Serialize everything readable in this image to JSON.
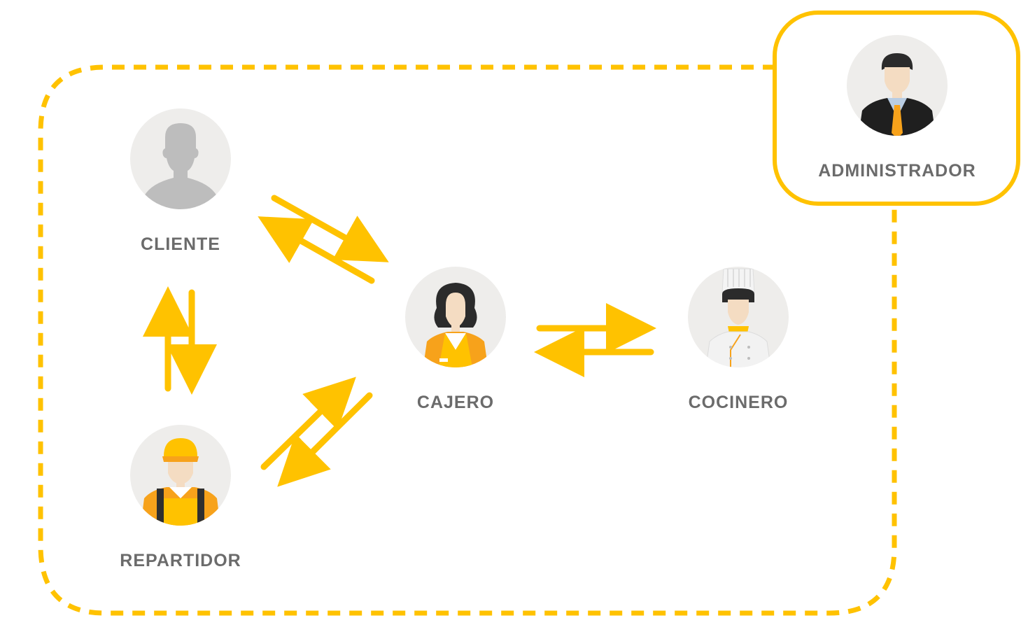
{
  "diagram": {
    "roles": {
      "cliente": {
        "label": "CLIENTE",
        "icon": "user-silhouette-icon"
      },
      "cajero": {
        "label": "CAJERO",
        "icon": "cashier-woman-icon"
      },
      "cocinero": {
        "label": "COCINERO",
        "icon": "chef-icon"
      },
      "repartidor": {
        "label": "REPARTIDOR",
        "icon": "delivery-man-icon"
      },
      "administrador": {
        "label": "ADMINISTRADOR",
        "icon": "businessman-icon"
      }
    },
    "connections": [
      {
        "from": "cliente",
        "to": "cajero",
        "bidirectional": true
      },
      {
        "from": "cajero",
        "to": "cocinero",
        "bidirectional": true
      },
      {
        "from": "cliente",
        "to": "repartidor",
        "bidirectional": true
      },
      {
        "from": "repartidor",
        "to": "cajero",
        "bidirectional": true
      }
    ],
    "colors": {
      "accent": "#FFC200",
      "avatar_bg": "#EEEDEB",
      "label": "#6B6B6B",
      "skin": "#F4DCC2",
      "orange": "#F7A21B"
    }
  }
}
